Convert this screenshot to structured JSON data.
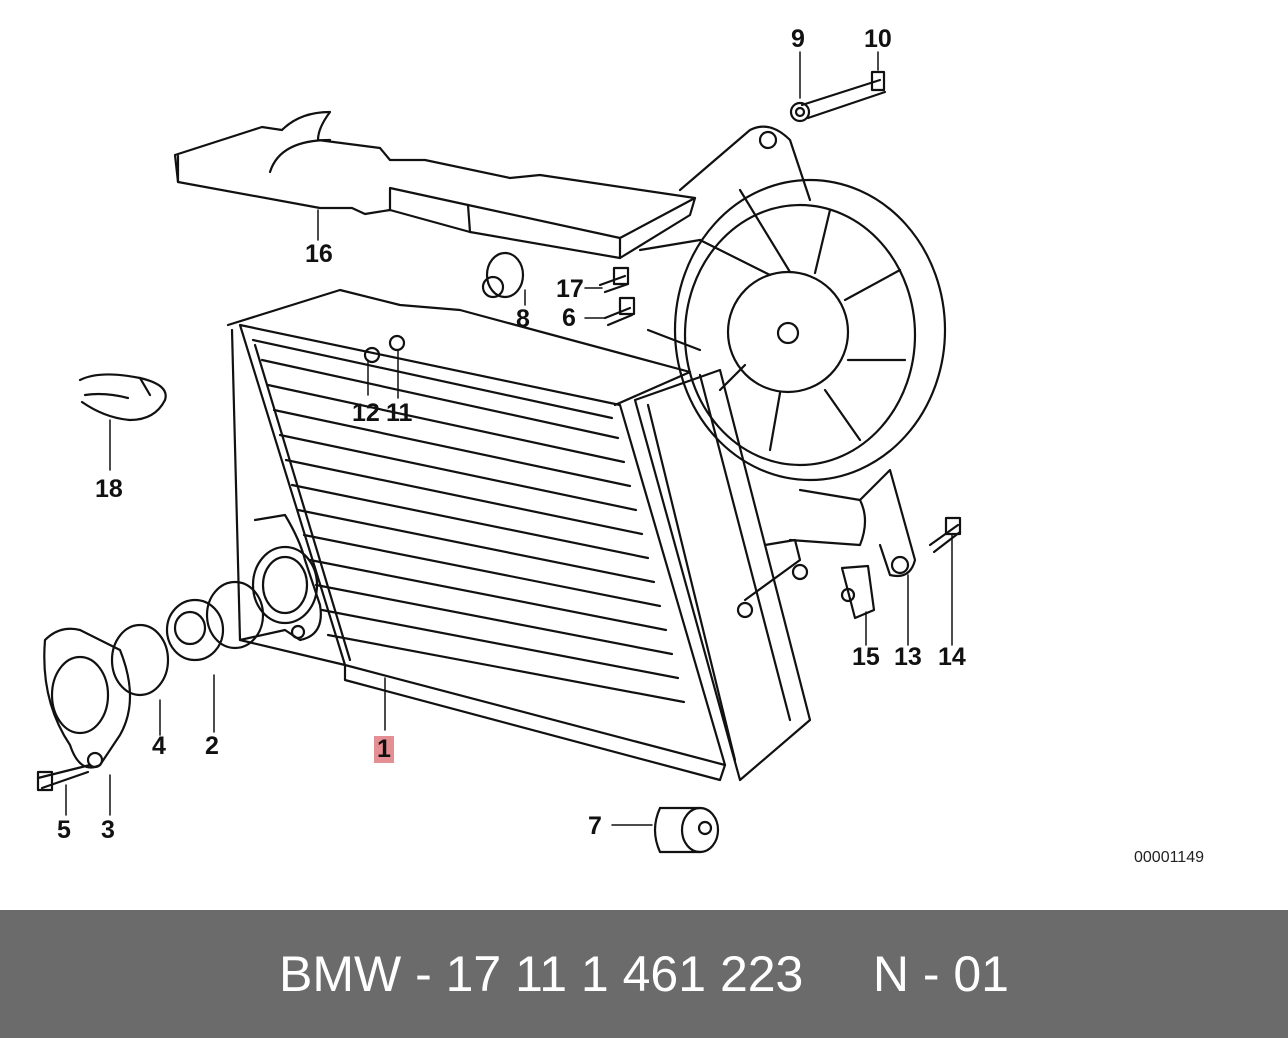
{
  "callouts": {
    "c1": "1",
    "c2": "2",
    "c3": "3",
    "c4": "4",
    "c5": "5",
    "c6": "6",
    "c7": "7",
    "c8": "8",
    "c9": "9",
    "c10": "10",
    "c11": "11",
    "c12": "12",
    "c13": "13",
    "c14": "14",
    "c15": "15",
    "c16": "16",
    "c17": "17",
    "c18": "18"
  },
  "highlighted_part": "1",
  "highlight_color": "#e38f93",
  "diagram_id": "00001149",
  "footer": {
    "text": "BMW - 17 11 1 461 223     N - 01",
    "background": "#6b6b6b"
  }
}
